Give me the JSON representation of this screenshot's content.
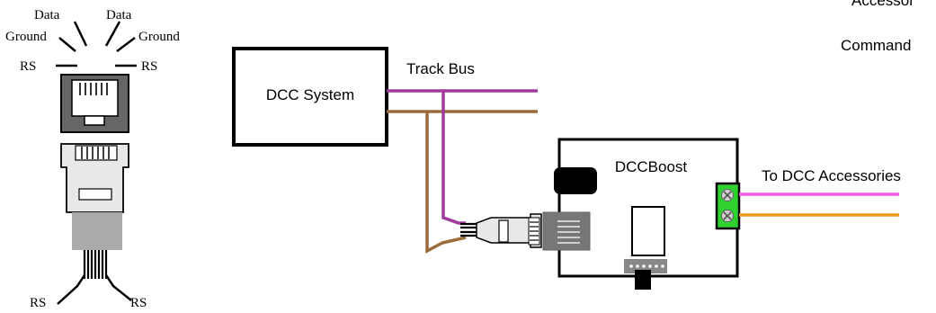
{
  "pinout": {
    "data_left": "Data",
    "data_right": "Data",
    "ground_left": "Ground",
    "ground_right": "Ground",
    "rs_left": "RS",
    "rs_right": "RS",
    "rs_bottom_left": "RS",
    "rs_bottom_right": "RS"
  },
  "system": {
    "dcc_system_label": "DCC System",
    "track_bus_label": "Track Bus"
  },
  "board": {
    "title": "DCCBoost",
    "output_label": "To DCC Accessories"
  },
  "cropped_text": {
    "accessories_partial": "Accessor",
    "command_partial": "Command"
  },
  "colors": {
    "track_purple": "#a03a9e",
    "track_brown": "#9c6b3a",
    "out_pink": "#f25ae6",
    "out_orange": "#f29a1f",
    "terminal_green": "#2fd12f"
  }
}
